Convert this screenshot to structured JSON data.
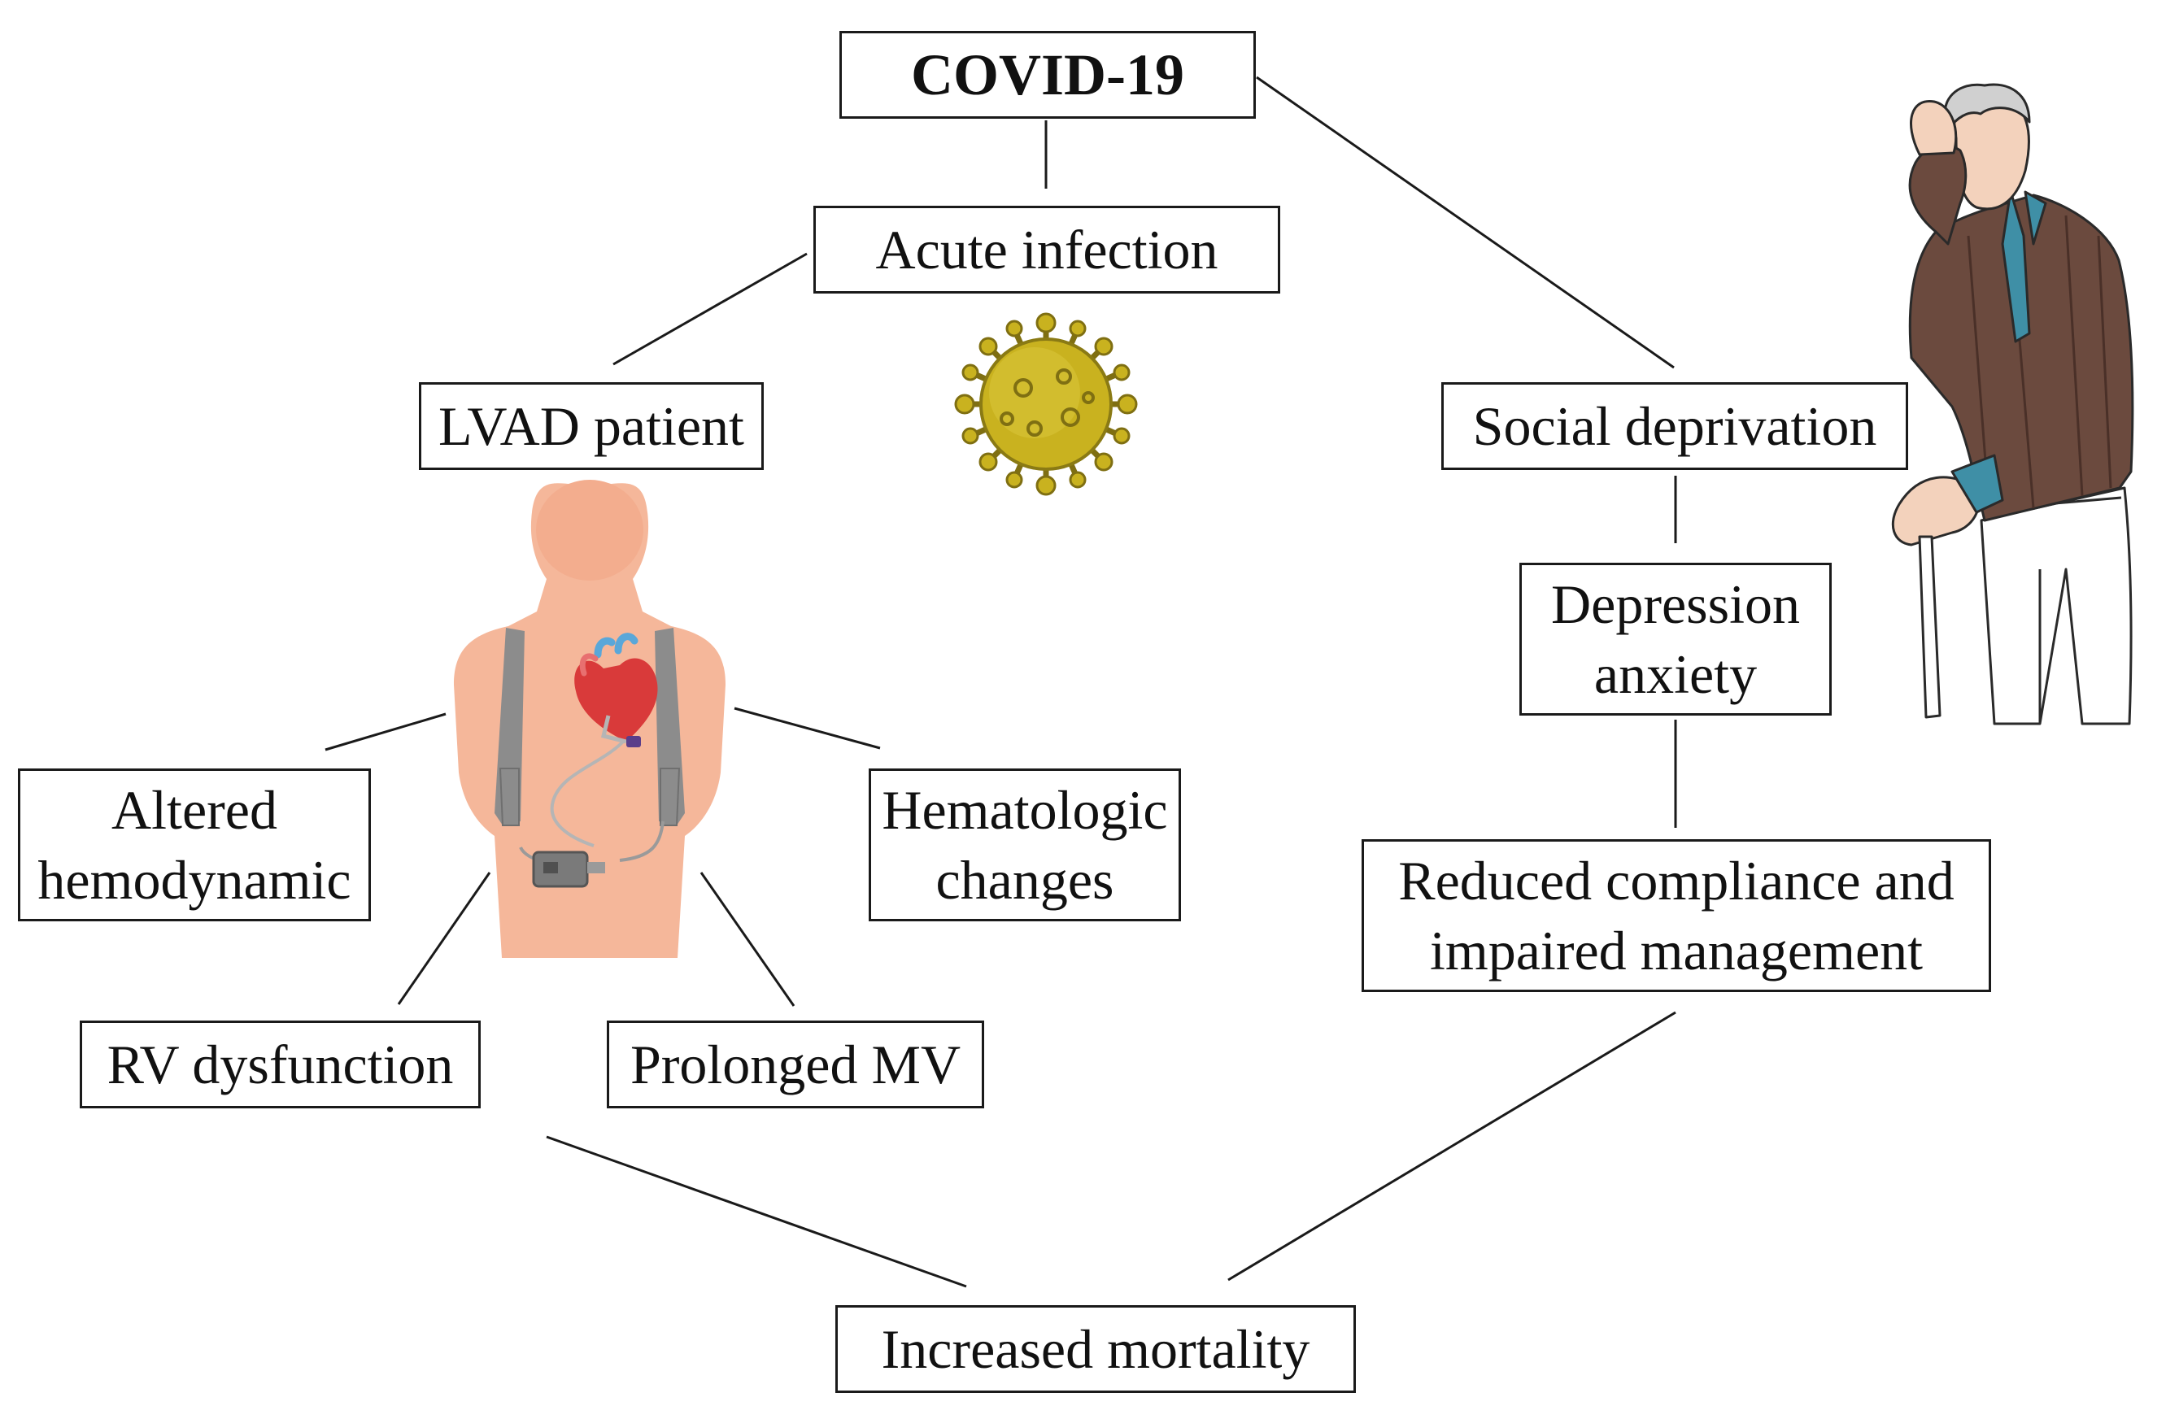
{
  "nodes": {
    "covid": "COVID-19",
    "acute": "Acute infection",
    "lvad": "LVAD patient",
    "social": "Social deprivation",
    "depression_line1": "Depression",
    "depression_line2": "anxiety",
    "altered_line1": "Altered",
    "altered_line2": "hemodynamic",
    "hematologic_line1": "Hematologic",
    "hematologic_line2": "changes",
    "reduced_line1": "Reduced compliance and",
    "reduced_line2": "impaired management",
    "rv": "RV dysfunction",
    "prolonged": "Prolonged MV",
    "mortality": "Increased mortality"
  },
  "colors": {
    "skin": "#f5b79a",
    "harness": "#8c8c8c",
    "heart": "#d93a3a",
    "virus": "#c9b21f",
    "virus_dark": "#7f6f12",
    "coat": "#6b4a3e",
    "collar": "#3f8fa6",
    "line": "#1a1a1a"
  },
  "icons": [
    "virus-icon",
    "torso-lvad-icon",
    "heart-icon",
    "controller-icon",
    "elderly-man-icon"
  ]
}
